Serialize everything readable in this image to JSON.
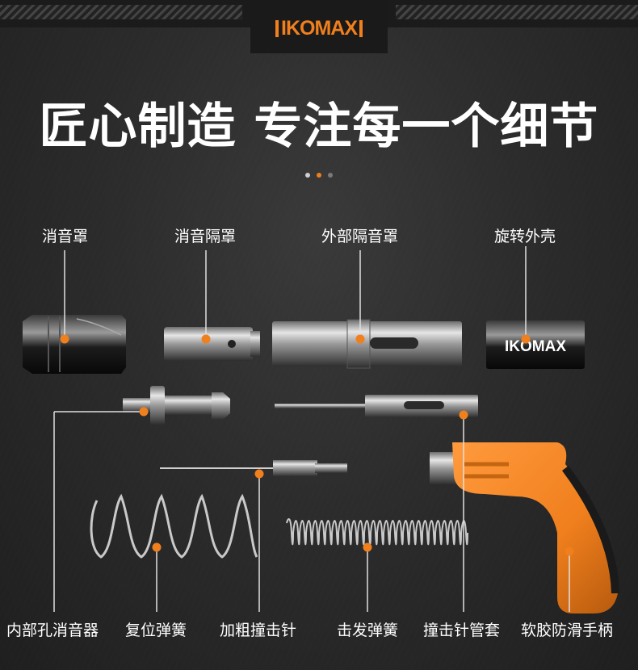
{
  "brand": "IKOMAX",
  "headline": "匠心制造 专注每一个细节",
  "carousel": {
    "active_index": 1,
    "count": 3
  },
  "colors": {
    "accent": "#f07f1d",
    "label": "#ffffff",
    "leader": "#eaeaea"
  },
  "parts": {
    "top_labels": [
      "消音罩",
      "消音隔罩",
      "外部隔音罩",
      "旋转外壳"
    ],
    "bottom_labels": [
      "内部孔消音器",
      "复位弹簧",
      "加粗撞击针",
      "击发弹簧",
      "撞击针管套",
      "软胶防滑手柄"
    ]
  },
  "shell_logo": "IKOMAX"
}
